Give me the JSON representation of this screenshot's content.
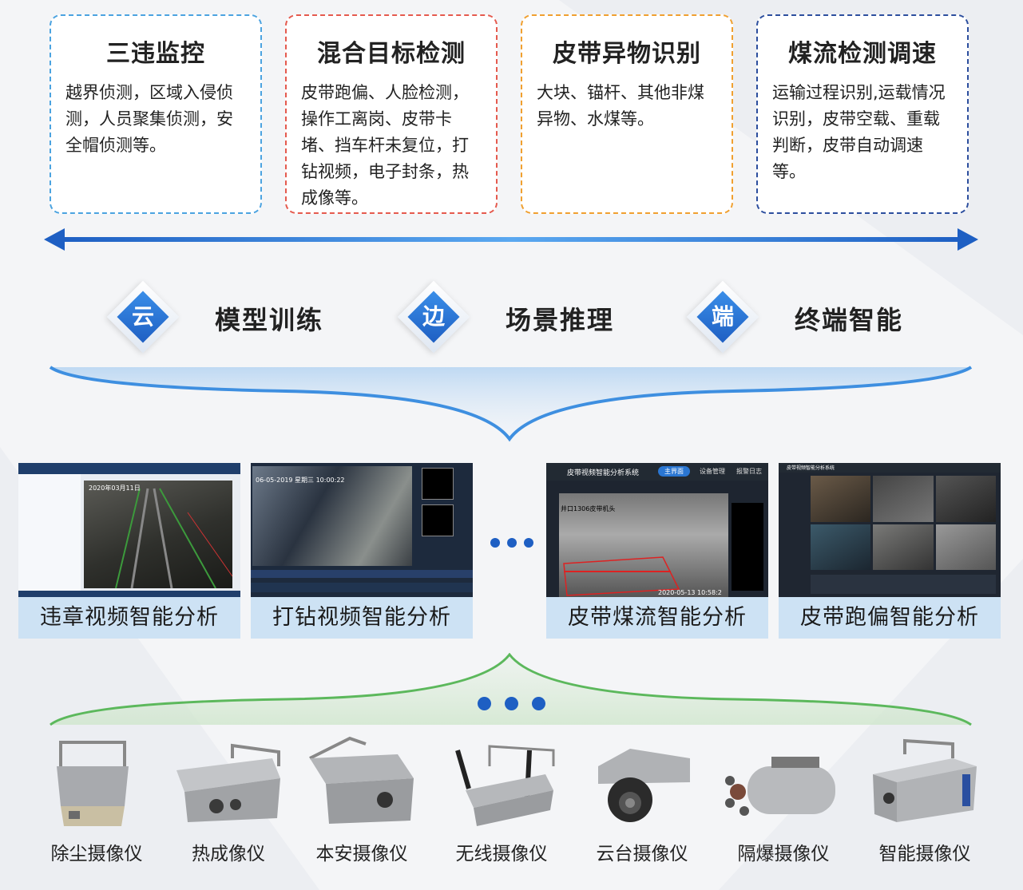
{
  "cards": [
    {
      "title": "三违监控",
      "body": "越界侦测，区域入侵侦测，人员聚集侦测，安全帽侦测等。",
      "color": "#4ba3e0"
    },
    {
      "title": "混合目标检测",
      "body": "皮带跑偏、人脸检测，操作工离岗、皮带卡堵、挡车杆未复位，打钻视频，电子封条，热成像等。",
      "color": "#e55a4e"
    },
    {
      "title": "皮带异物识别",
      "body": "大块、锚杆、其他非煤异物、水煤等。",
      "color": "#f0a030"
    },
    {
      "title": "煤流检测调速",
      "body": "运输过程识别,运载情况识别，皮带空载、重载判断，皮带自动调速等。",
      "color": "#2c4e9e"
    }
  ],
  "pillars": [
    {
      "char": "云",
      "label": "模型训练"
    },
    {
      "char": "边",
      "label": "场景推理"
    },
    {
      "char": "端",
      "label": "终端智能"
    }
  ],
  "screenshots": [
    {
      "caption": "违章视频智能分析",
      "overlay": "2020年03月11日"
    },
    {
      "caption": "打钻视频智能分析",
      "overlay": "06-05-2019 星期三 10:00:22"
    },
    {
      "caption": "皮带煤流智能分析",
      "overlay": "2020-05-13 10:58:2",
      "header": "皮带视频智能分析系统",
      "tab1": "主界面",
      "tab2": "设备管理",
      "tab3": "报警日志",
      "sub": "井口1306皮带机头"
    },
    {
      "caption": "皮带跑偏智能分析",
      "header": "皮带视频智能分析系统"
    }
  ],
  "cameras": [
    {
      "caption": "除尘摄像仪"
    },
    {
      "caption": "热成像仪"
    },
    {
      "caption": "本安摄像仪"
    },
    {
      "caption": "无线摄像仪"
    },
    {
      "caption": "云台摄像仪"
    },
    {
      "caption": "隔爆摄像仪"
    },
    {
      "caption": "智能摄像仪"
    }
  ],
  "colors": {
    "accent_blue": "#1e5fc3",
    "green": "#5cb85c",
    "light_blue": "#cde2f4"
  }
}
